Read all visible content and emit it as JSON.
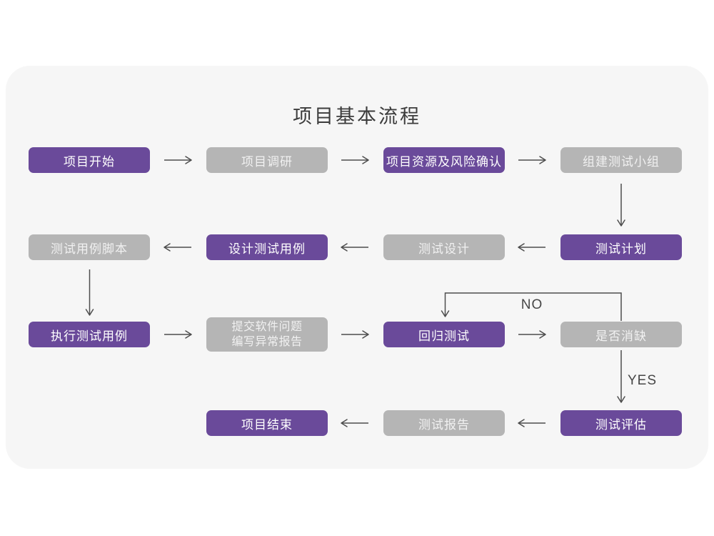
{
  "page": {
    "title": "项目基本流程"
  },
  "flow": {
    "nodes": [
      {
        "id": "project-start",
        "label": "项目开始",
        "variant": "purple"
      },
      {
        "id": "project-research",
        "label": "项目调研",
        "variant": "gray"
      },
      {
        "id": "resources-and-risk",
        "label": "项目资源及风险确认",
        "variant": "purple"
      },
      {
        "id": "build-test-team",
        "label": "组建测试小组",
        "variant": "gray"
      },
      {
        "id": "test-case-script",
        "label": "测试用例脚本",
        "variant": "gray"
      },
      {
        "id": "design-test-case",
        "label": "设计测试用例",
        "variant": "purple"
      },
      {
        "id": "test-design",
        "label": "测试设计",
        "variant": "gray"
      },
      {
        "id": "test-plan",
        "label": "测试计划",
        "variant": "purple"
      },
      {
        "id": "execute-test-case",
        "label": "执行测试用例",
        "variant": "purple"
      },
      {
        "id": "submit-issue-report",
        "label": "提交软件问题\n编写异常报告",
        "variant": "gray"
      },
      {
        "id": "regression-test",
        "label": "回归测试",
        "variant": "purple"
      },
      {
        "id": "defect-cleared",
        "label": "是否消缺",
        "variant": "gray"
      },
      {
        "id": "project-end",
        "label": "项目结束",
        "variant": "purple"
      },
      {
        "id": "test-report",
        "label": "测试报告",
        "variant": "gray"
      },
      {
        "id": "test-evaluation",
        "label": "测试评估",
        "variant": "purple"
      }
    ],
    "edge_labels": {
      "no": "NO",
      "yes": "YES"
    }
  },
  "colors": {
    "purple": "#6a4a9a",
    "gray": "#b5b5b5",
    "line": "#4d4d4d",
    "card_bg": "#f6f6f6",
    "page_bg": "#ffffff",
    "node_text_purple": "#ffffff",
    "node_text_gray": "#f1f1f1",
    "title_text": "#3c3c3c",
    "edge_label_text": "#474747"
  }
}
